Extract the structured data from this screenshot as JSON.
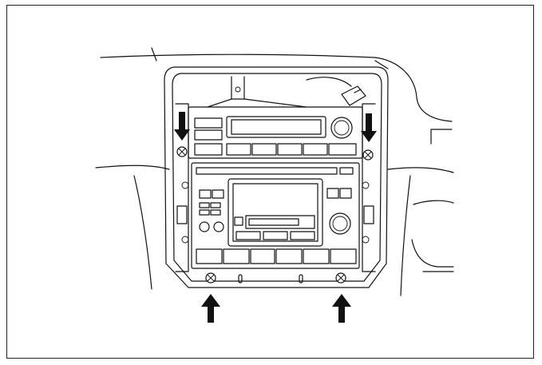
{
  "figure": {
    "subject": "center-console-audio-unit",
    "callouts": [
      {
        "id": "screw-top-left",
        "arrow": "down"
      },
      {
        "id": "screw-top-right",
        "arrow": "down"
      },
      {
        "id": "screw-bottom-left",
        "arrow": "up"
      },
      {
        "id": "screw-bottom-right",
        "arrow": "up"
      }
    ],
    "colors": {
      "line": "#111111",
      "background": "#ffffff"
    }
  }
}
